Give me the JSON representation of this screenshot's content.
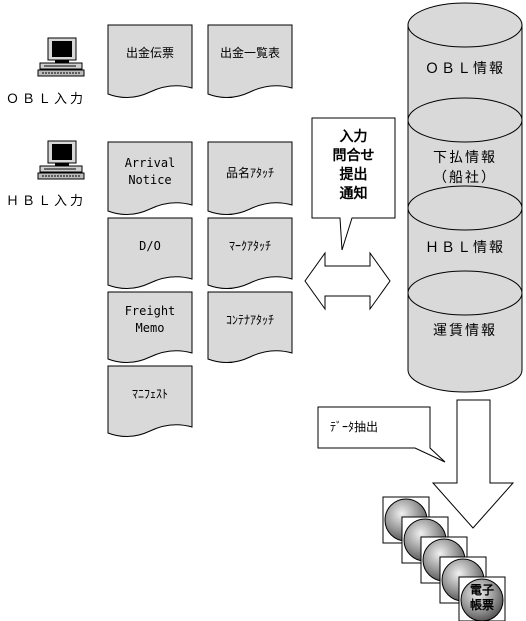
{
  "terminals": [
    {
      "label": "ＯＢＬ入力"
    },
    {
      "label": "ＨＢＬ入力"
    }
  ],
  "obl_documents": [
    "出金伝票",
    "出金一覧表"
  ],
  "hbl_documents": [
    "Arrival\nNotice",
    "品名ｱﾀｯﾁ",
    "D/O",
    "ﾏｰｸｱﾀｯﾁ",
    "Freight\nMemo",
    "ｺﾝﾃﾅｱﾀｯﾁ",
    "ﾏﾆﾌｪｽﾄ"
  ],
  "callout_actions": "入力\n問合せ\n提出\n通知",
  "database_sections": [
    "ＯＢＬ情報",
    "下払情報\n（船社）",
    "ＨＢＬ情報",
    "運賃情報"
  ],
  "extract_label": "ﾃﾞｰﾀ抽出",
  "electronic_forms_label": "電子\n帳票"
}
